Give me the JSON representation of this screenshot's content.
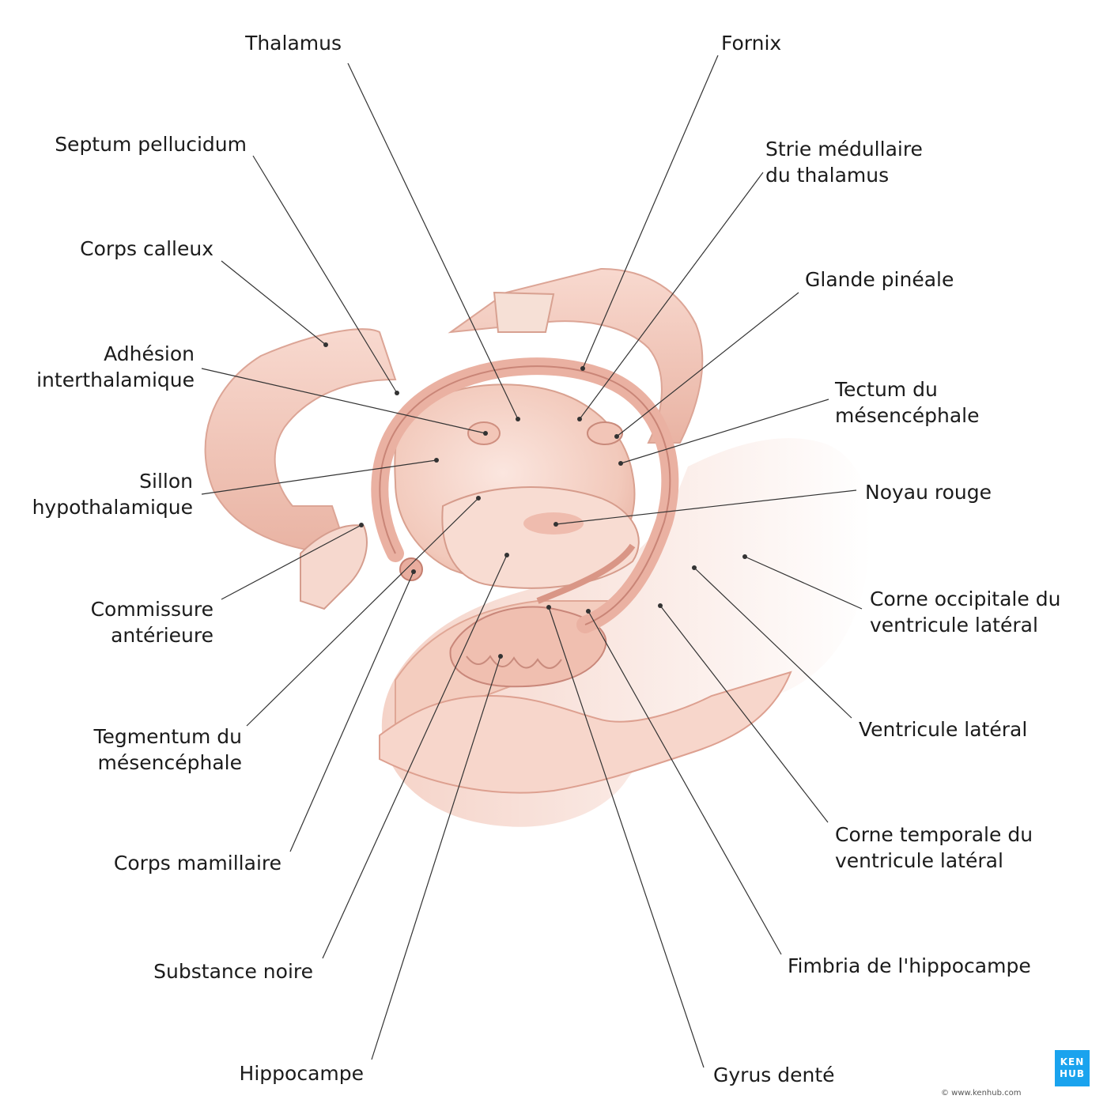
{
  "labels": {
    "thalamus": "Thalamus",
    "fornix": "Fornix",
    "septum": "Septum pellucidum",
    "strie": "Strie médullaire\ndu thalamus",
    "corps_calleux": "Corps calleux",
    "glande": "Glande pinéale",
    "adhesion": "Adhésion\ninterthalamique",
    "tectum": "Tectum du\nmésencéphale",
    "sillon": "Sillon\nhypothalamique",
    "noyau": "Noyau rouge",
    "commissure": "Commissure\nantérieure",
    "corne_occ": "Corne occipitale du\nventricule latéral",
    "ventricule": "Ventricule latéral",
    "tegmentum": "Tegmentum du\nmésencéphale",
    "corne_temp": "Corne temporale du\nventricule latéral",
    "mamillaire": "Corps mamillaire",
    "fimbria": "Fimbria de l'hippocampe",
    "substance": "Substance noire",
    "hippocampe": "Hippocampe",
    "gyrus": "Gyrus denté"
  },
  "logo_text": "KEN\nHUB",
  "copyright": "© www.kenhub.com",
  "colors": {
    "tissue": "#f3cfc4",
    "tissue_dark": "#e2a898",
    "tissue_light": "#fbe6df",
    "leader": "#333333",
    "logo": "#1aa3ee"
  }
}
